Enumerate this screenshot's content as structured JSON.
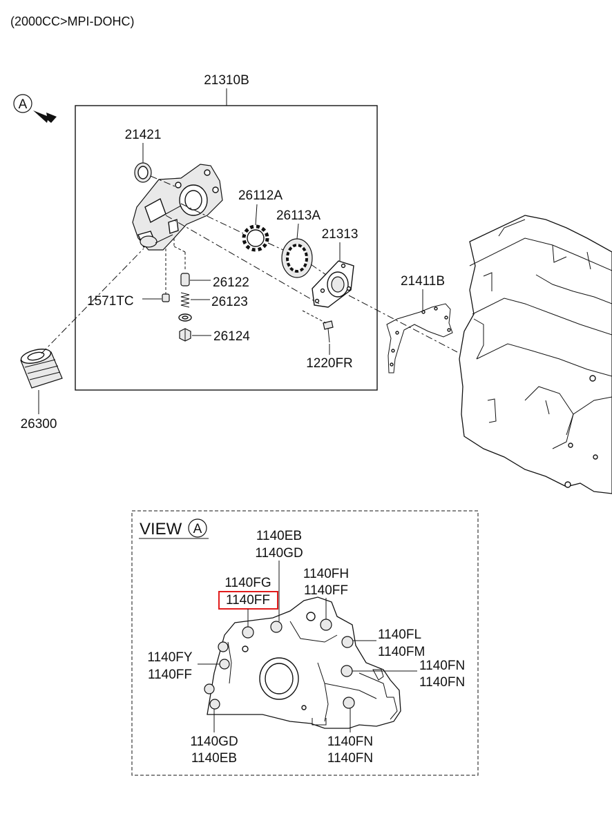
{
  "header": {
    "variant": "(2000CC>MPI-DOHC)"
  },
  "view_marker": {
    "letter": "A"
  },
  "assembly": {
    "part_no": "21310B"
  },
  "parts": {
    "p21421": "21421",
    "p26112A": "26112A",
    "p26113A": "26113A",
    "p21313": "21313",
    "p26122": "26122",
    "p26123": "26123",
    "p1571TC": "1571TC",
    "p26124": "26124",
    "p1220FR": "1220FR",
    "p26300": "26300",
    "p21411B": "21411B"
  },
  "view_a": {
    "title": "VIEW",
    "letter": "A",
    "bolts": {
      "top_center": [
        "1140EB",
        "1140GD"
      ],
      "top_left": [
        "1140FG",
        "1140FF"
      ],
      "top_right": [
        "1140FH",
        "1140FF"
      ],
      "right_upper": [
        "1140FL",
        "1140FM"
      ],
      "right_middle": [
        "1140FN",
        "1140FN"
      ],
      "left_middle": [
        "1140FY",
        "1140FF"
      ],
      "bottom_left": [
        "1140GD",
        "1140EB"
      ],
      "bottom_right": [
        "1140FN",
        "1140FN"
      ]
    },
    "highlighted": "1140FF",
    "highlight_color": "#e11b1b"
  }
}
